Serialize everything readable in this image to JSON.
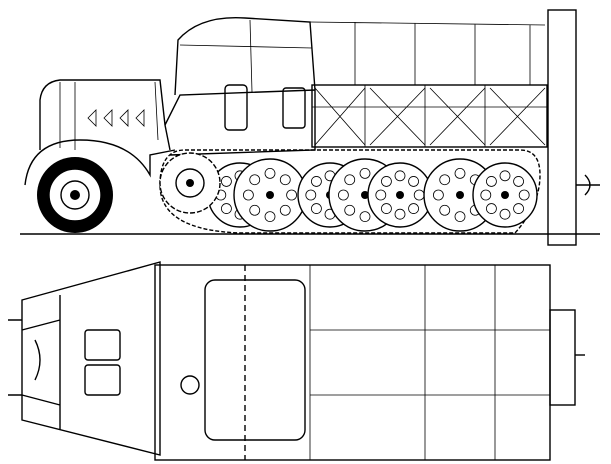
{
  "drawing": {
    "views": [
      "side-elevation",
      "top-plan"
    ],
    "line_color": "#000000",
    "background_color": "#ffffff",
    "road_wheel_count": 7
  }
}
